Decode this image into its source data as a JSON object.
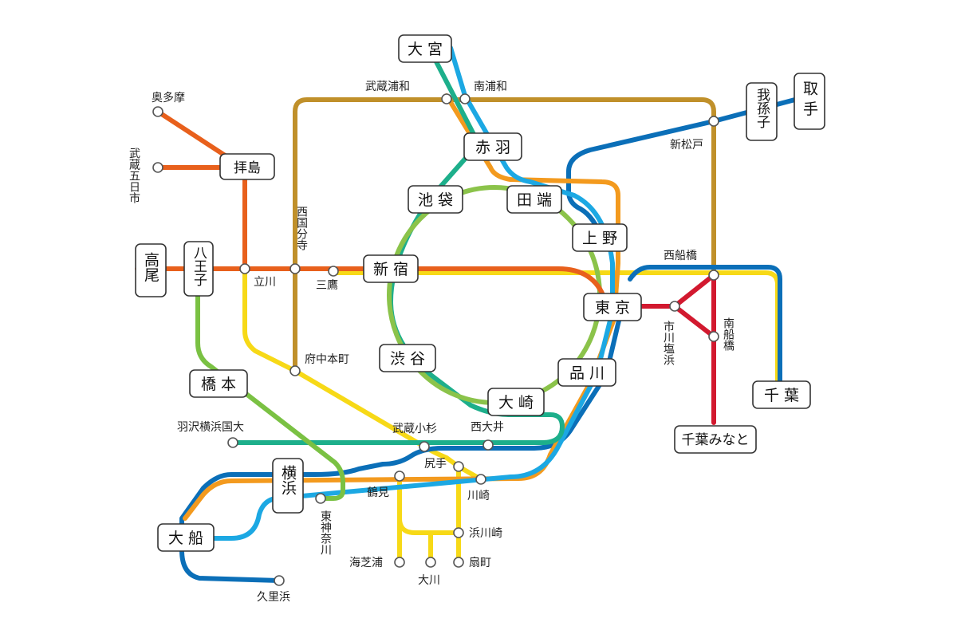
{
  "colors": {
    "chuo_rapid": "#E8601C",
    "sobu_yellow": "#F7D917",
    "yamanote": "#8BC34A",
    "saikyo": "#1DAF8B",
    "keihin_tohoku": "#1CA8E3",
    "tokaido_utsunomiya": "#F39A1E",
    "yokosuka_sobu_rapid": "#0B6FB8",
    "musashino": "#C0902A",
    "keiyo": "#D2192F",
    "hachiko_yokohama": "#7AC143",
    "station_outline": "#555555"
  },
  "hubs": {
    "omiya": "大 宮",
    "akabane": "赤 羽",
    "ikebukuro": "池 袋",
    "tabata": "田 端",
    "ueno": "上 野",
    "shinjuku": "新 宿",
    "shibuya": "渋 谷",
    "tokyo": "東 京",
    "shinagawa": "品 川",
    "osaki": "大 崎",
    "haijima": "拝島",
    "takao": "高尾",
    "hachioji": "八王子",
    "hashimoto": "橋 本",
    "yokohama": "横浜",
    "ofuna": "大 船",
    "abiko": "我孫子",
    "toride": "取 手",
    "chiba": "千 葉",
    "chiba_minato": "千葉みなと"
  },
  "stations": {
    "okutama": "奥多摩",
    "musashi_itsukaichi": "武蔵五日市",
    "tachikawa": "立川",
    "nishikokubunji": "西国分寺",
    "mitaka": "三鷹",
    "fuchuhonmachi": "府中本町",
    "musashi_urawa": "武蔵浦和",
    "minami_urawa": "南浦和",
    "shin_matsudo": "新松戸",
    "nishi_funabashi": "西船橋",
    "ichikawa_shiohama": "市川塩浜",
    "minami_funabashi": "南船橋",
    "hazawa_yokohama_kokudai": "羽沢横浜国大",
    "musashi_kosugi": "武蔵小杉",
    "nishi_oi": "西大井",
    "shiriteshi": "尻手",
    "tsurumi": "鶴見",
    "kawasaki": "川崎",
    "higashi_kanagawa": "東神奈川",
    "hama_kawasaki": "浜川崎",
    "umi_shibaura": "海芝浦",
    "okawa": "大川",
    "ogimachi": "扇町",
    "kurihama": "久里浜"
  }
}
